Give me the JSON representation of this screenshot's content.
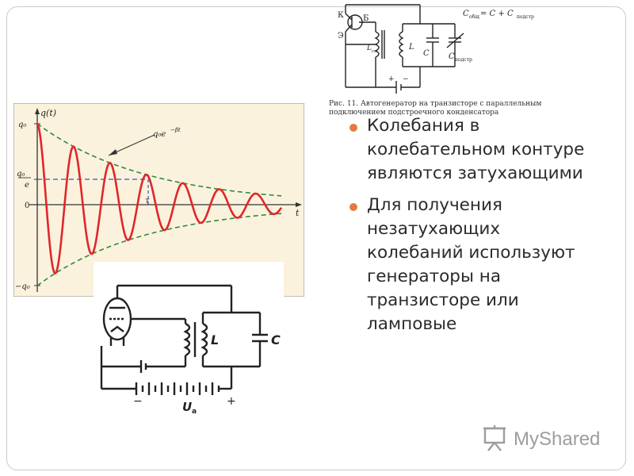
{
  "slide": {
    "bullets": [
      {
        "text": "Колебания в колебательном контуре являются затухающими"
      },
      {
        "text": "Для получения незатухающих колебаний используют генераторы на транзисторе или ламповые"
      }
    ],
    "accent_color": "#e37b3c",
    "logo_text": "MyShared"
  },
  "figure_transistor": {
    "label_k": "К",
    "label_b": "Б",
    "label_e": "Э",
    "label_lcv": "L",
    "label_lcv_sub": "св",
    "label_l": "L",
    "label_c": "C",
    "label_c_sub": "C",
    "label_c_sub_sub": "подстр",
    "formula_lhs": "C",
    "formula_lhs_sub": "общ",
    "formula_rhs": "= C + C",
    "formula_rhs_sub": "подстр",
    "battery_plus": "+",
    "battery_minus": "−",
    "caption": "Рис. 11. Автогенератор на транзисторе с параллельным подключением подстроечного конденсатора"
  },
  "figure_damped": {
    "y_axis_label": "q(t)",
    "x_axis_label": "t",
    "label_q0": "q₀",
    "label_q0_over_e_num": "q₀",
    "label_q0_over_e_den": "e",
    "label_zero": "0",
    "label_minus_q0": "−q₀",
    "label_envelope": "q₀e",
    "label_envelope_exp": "−βt",
    "label_tau": "τ",
    "curve_color": "#e0262a",
    "envelope_color": "#2e8b3e",
    "background_color": "#fbf2dd"
  },
  "figure_lamp": {
    "label_l": "L",
    "label_c": "C",
    "label_ua": "U",
    "label_ua_sub": "a",
    "label_minus": "−",
    "label_plus": "+"
  }
}
